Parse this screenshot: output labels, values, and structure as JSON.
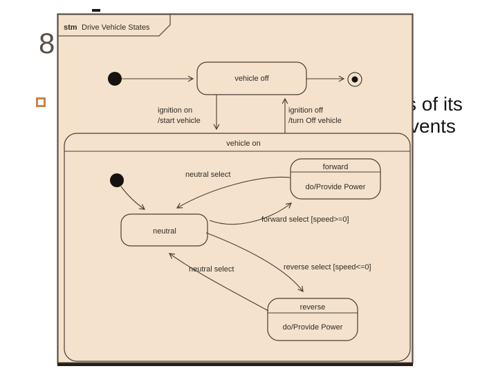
{
  "page": {
    "number": "8",
    "text_fragment_line1": "s of its",
    "text_fragment_line2": "vents"
  },
  "diagram": {
    "frame": {
      "keyword": "stm",
      "title": "Drive Vehicle States"
    },
    "states": {
      "vehicle_off": {
        "name": "vehicle off"
      },
      "vehicle_on": {
        "name": "vehicle on"
      },
      "neutral": {
        "name": "neutral"
      },
      "forward": {
        "name": "forward",
        "activity": "do/Provide Power"
      },
      "reverse": {
        "name": "reverse",
        "activity": "do/Provide Power"
      }
    },
    "transitions": {
      "ignition_on": {
        "trigger": "ignition on",
        "effect": "/start vehicle"
      },
      "ignition_off": {
        "trigger": "ignition off",
        "effect": "/turn Off vehicle"
      },
      "neutral_select_from_forward": {
        "label": "neutral select"
      },
      "forward_select": {
        "label": "forward select [speed>=0]"
      },
      "neutral_select_from_reverse": {
        "label": "neutral select"
      },
      "reverse_select": {
        "label": "reverse select [speed<=0]"
      }
    },
    "colors": {
      "background": "#f4e2cc",
      "line": "#4a3c30",
      "frame_border": "#55493e",
      "bullet_accent": "#c8824f",
      "page_number": "#5b5048"
    }
  }
}
